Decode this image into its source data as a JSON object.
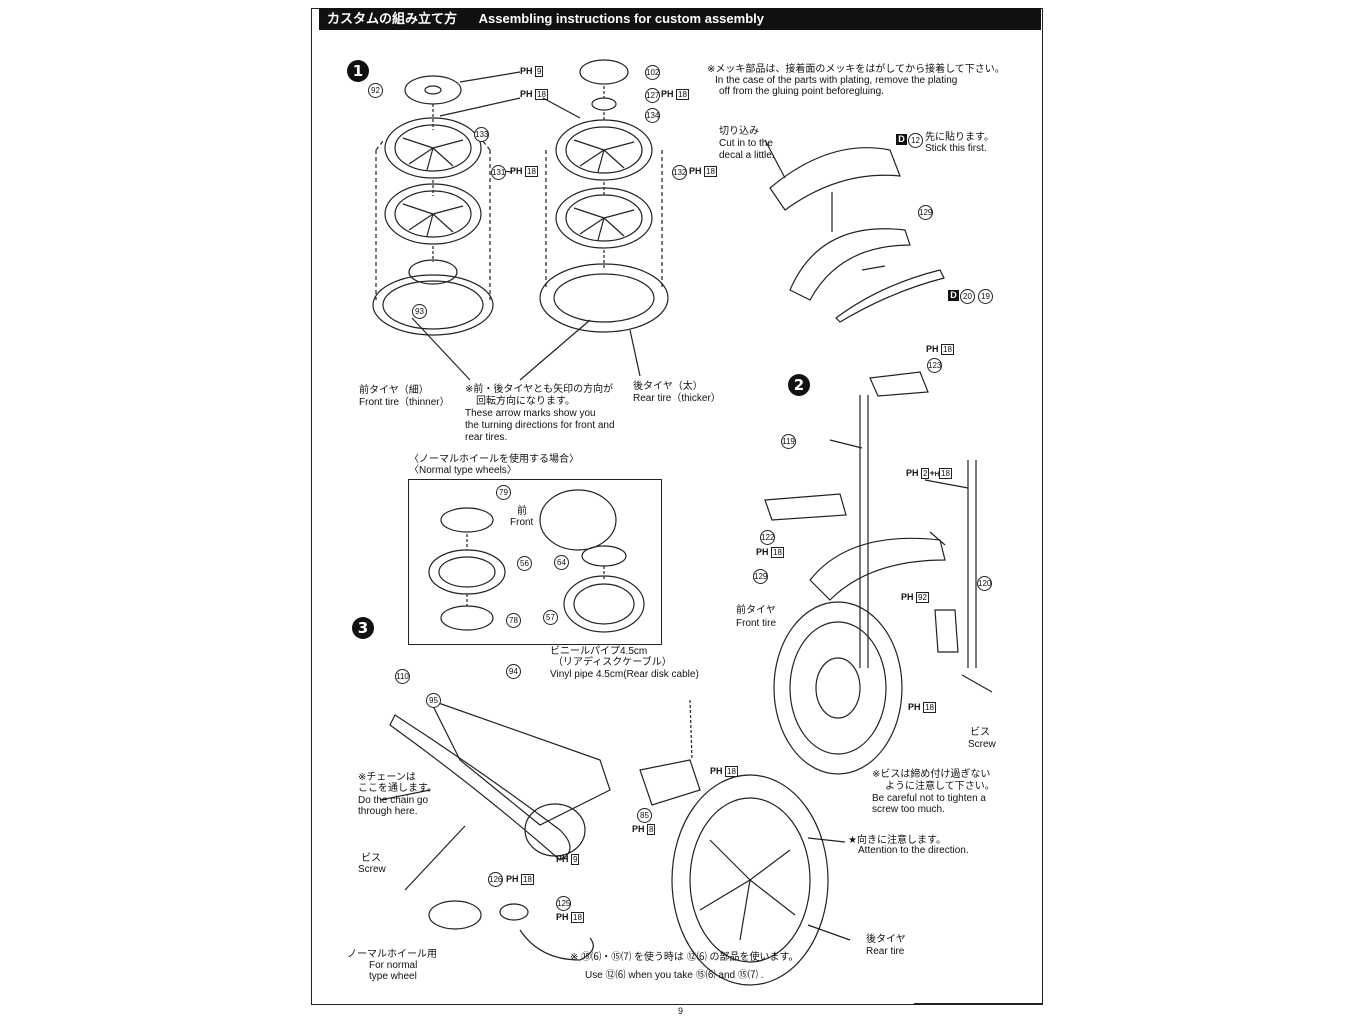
{
  "header": {
    "title_ja": "カスタムの組み立て方",
    "title_en": "Assembling instructions for custom assembly"
  },
  "steps": [
    "1",
    "2",
    "3"
  ],
  "notes": {
    "plating_ja": "※メッキ部品は、接着面のメッキをはがしてから接着して下さい。",
    "plating_en_1": "In the case of the parts with plating, remove the plating",
    "plating_en_2": "off from the gluing point beforegluing.",
    "cut_ja": "切り込み",
    "cut_en_1": "Cut in to the",
    "cut_en_2": "decal a little.",
    "stick_ja": "先に貼ります。",
    "stick_en": "Stick this first.",
    "arrows_ja_1": "※前・後タイヤとも矢印の方向が",
    "arrows_ja_2": "回転方向になります。",
    "arrows_en_1": "These arrow marks show you",
    "arrows_en_2": "the turning directions for front and",
    "arrows_en_3": "rear tires.",
    "front_tire_thin_ja": "前タイヤ（細）",
    "front_tire_thin_en": "Front tire（thinner）",
    "rear_tire_thick_ja": "後タイヤ（太）",
    "rear_tire_thick_en": "Rear tire（thicker）",
    "normal_wheels_ja": "〈ノーマルホイールを使用する場合〉",
    "normal_wheels_en": "〈Normal type wheels〉",
    "front_ja": "前",
    "front_en": "Front",
    "vinyl_ja": "ビニールパイプ4.5cm",
    "vinyl_sub_ja": "（リアディスクケーブル）",
    "vinyl_en": "Vinyl pipe 4.5cm(Rear disk cable)",
    "chain_ja_1": "※チェーンは",
    "chain_ja_2": "ここを通します。",
    "chain_en_1": "Do the chain go",
    "chain_en_2": "through here.",
    "screw_ja": "ビス",
    "screw_en": "Screw",
    "front_tire_ja": "前タイヤ",
    "front_tire_en": "Front tire",
    "screw_caution_ja_1": "※ビスは締め付け過ぎない",
    "screw_caution_ja_2": "ように注意して下さい。",
    "screw_caution_en_1": "Be careful not to tighten a",
    "screw_caution_en_2": "screw too much.",
    "direction_ja": "★向きに注意します。",
    "direction_en": "Attention to the direction.",
    "rear_tire_ja": "後タイヤ",
    "rear_tire_en": "Rear tire",
    "normal_wheel_ja": "ノーマルホイール用",
    "normal_wheel_en_1": "For normal",
    "normal_wheel_en_2": "type wheel",
    "use_ja": "※ ⑮⑹・⑮⑺ を使う時は ⑫⑹ の部品を使います。",
    "use_en": "Use ⑫⑹ when you take ⑮⑹ and ⑮⑺ ."
  },
  "part_numbers": {
    "p92": "92",
    "p133": "133",
    "p131": "131",
    "p93": "93",
    "p102": "102",
    "p127": "127",
    "p134": "134",
    "p132": "132",
    "p129": "129",
    "p12": "12",
    "p20": "20",
    "p19": "19",
    "p123": "123",
    "p119": "119",
    "p122": "122",
    "p120": "120",
    "p79": "79",
    "p56": "56",
    "p64": "64",
    "p57": "57",
    "p78": "78",
    "p110": "110",
    "p95": "95",
    "p94": "94",
    "p85": "85",
    "p126": "126",
    "p125": "125"
  },
  "ph_labels": {
    "a": "9",
    "b": "18",
    "c": "18",
    "d": "18",
    "e": "18",
    "f": "18",
    "g": "18",
    "h_plus": "2",
    "h_plus2": "18",
    "i": "92",
    "j": "18",
    "k": "18",
    "l": "8",
    "m": "9",
    "n": "18",
    "o": "18"
  },
  "ph_prefix": "PH",
  "d_mark": "D",
  "page_number": "9"
}
